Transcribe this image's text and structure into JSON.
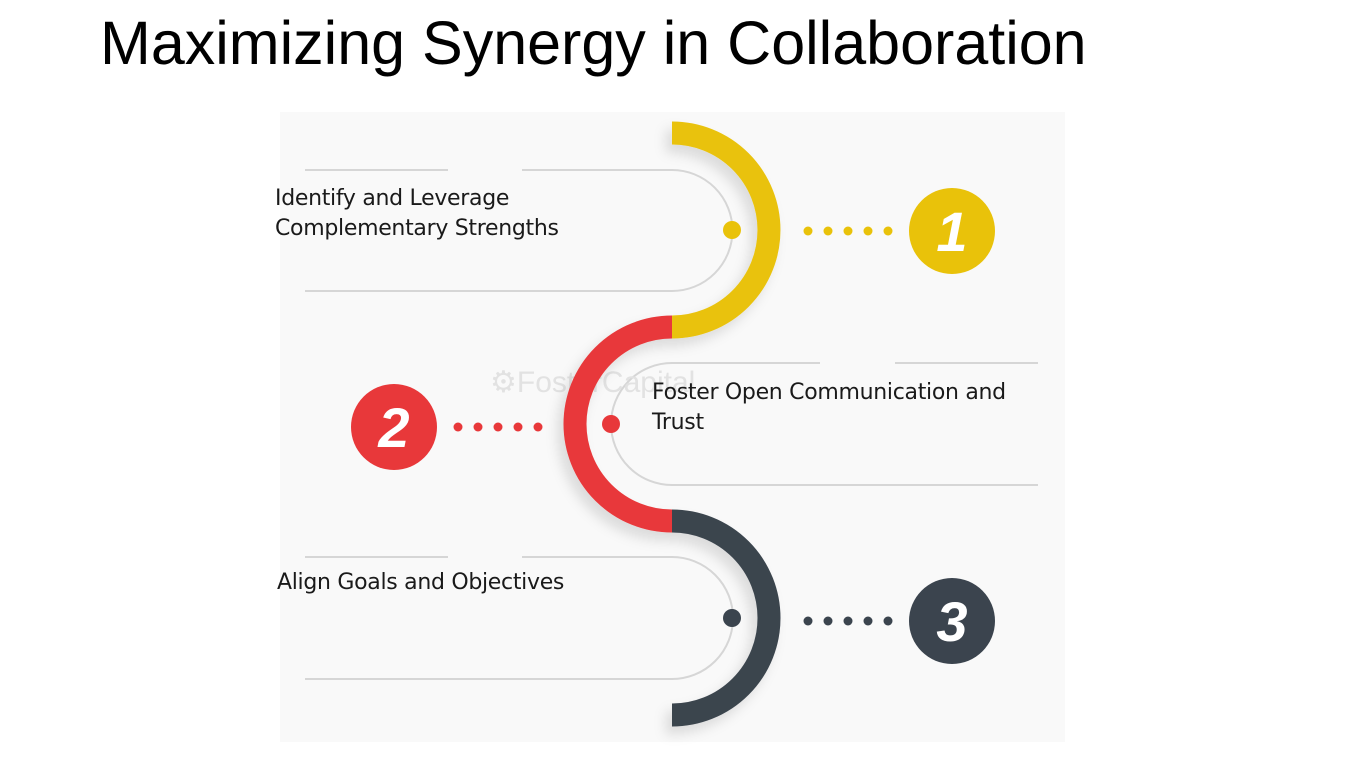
{
  "title": "Maximizing Synergy in Collaboration",
  "watermark": "FosterCapital",
  "steps": [
    {
      "number": "1",
      "text": "Identify and Leverage Complementary Strengths",
      "line1": "Identify and Leverage",
      "line2": "Complementary Strengths",
      "color": "#e9c20a"
    },
    {
      "number": "2",
      "text": "Foster Open Communication and Trust",
      "line1": "Foster Open Communication and",
      "line2": "Trust",
      "color": "#e8383a"
    },
    {
      "number": "3",
      "text": "Align Goals and Objectives",
      "line1": "Align Goals and Objectives",
      "line2": "",
      "color": "#3b444e"
    }
  ]
}
